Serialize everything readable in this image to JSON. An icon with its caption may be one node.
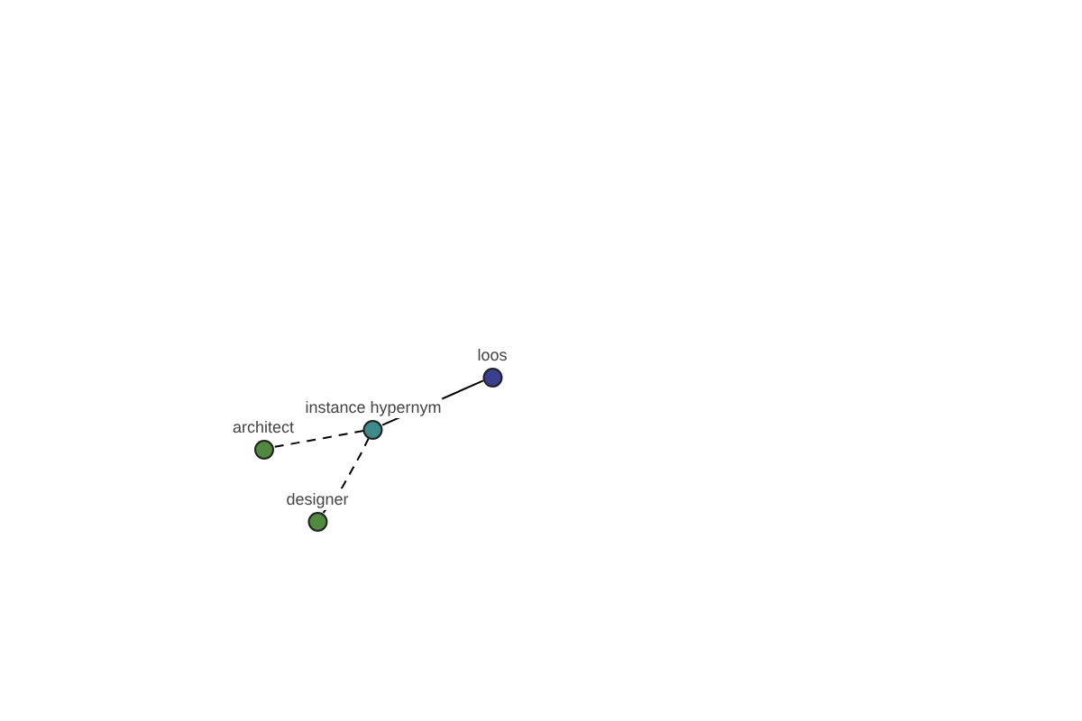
{
  "diagram": {
    "nodes": [
      {
        "text": [
          "loos"
        ]
      },
      {
        "text": [
          "instance hypernym"
        ]
      },
      {
        "text": [
          "architect"
        ]
      },
      {
        "text": [
          "designer"
        ]
      }
    ],
    "edges": [
      {
        "from": 0,
        "to": 1,
        "arrow": "none"
      },
      {
        "from": 1,
        "to": 2,
        "arrow": "none",
        "style": "dashed"
      },
      {
        "from": 1,
        "to": 3,
        "arrow": "none",
        "style": "dashed"
      }
    ]
  }
}
